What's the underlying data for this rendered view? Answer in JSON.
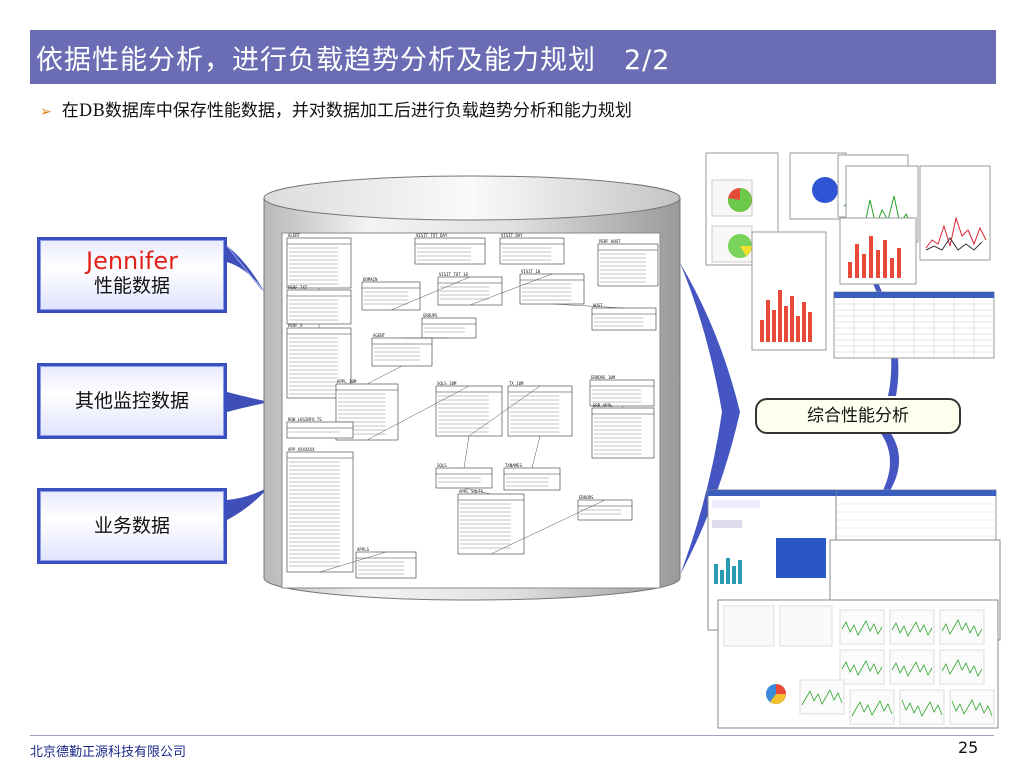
{
  "slide": {
    "title": "依据性能分析，进行负载趋势分析及能力规划　2/2",
    "bullet": "在DB数据库中保存性能数据，并对数据加工后进行负载趋势分析和能力规划",
    "footer_company": "北京德勤正源科技有限公司",
    "page_number": "25"
  },
  "sources": [
    {
      "line1": "Jennifer",
      "line2": "性能数据",
      "color1": "#e2231a"
    },
    {
      "line1": "其他监控数据"
    },
    {
      "line1": "业务数据"
    }
  ],
  "analysis_label": "综合性能分析",
  "db_tables": [
    {
      "name": "ALERT"
    },
    {
      "name": "VISIT_TXT_DAY"
    },
    {
      "name": "VISIT_DAY"
    },
    {
      "name": "PERF_HOST"
    },
    {
      "name": "PERF_TXT"
    },
    {
      "name": "DOMAIN"
    },
    {
      "name": "VISIT_TOT_10"
    },
    {
      "name": "VISIT_10"
    },
    {
      "name": "HOST"
    },
    {
      "name": "GROUPS"
    },
    {
      "name": "PERF_X"
    },
    {
      "name": "AGENT"
    },
    {
      "name": "ERRORS_10M"
    },
    {
      "name": "APPL_10M"
    },
    {
      "name": "SQLS_10M"
    },
    {
      "name": "TX_10M"
    },
    {
      "name": "ERR_APPL"
    },
    {
      "name": "ROW_LOGINFO_TS"
    },
    {
      "name": "APP_XXXXXXX"
    },
    {
      "name": "SQLS"
    },
    {
      "name": "TXNAMES"
    },
    {
      "name": "APPL_SQLTX"
    },
    {
      "name": "ERRORS"
    },
    {
      "name": "APPLS"
    }
  ],
  "colors": {
    "title_bg": "#6b6db4",
    "source_border": "#3a4fc0",
    "jennifer_red": "#e2231a",
    "arrow_blue": "#3f4fb8"
  },
  "icons": {
    "bullet": "orange-arrow-bullet-icon"
  }
}
